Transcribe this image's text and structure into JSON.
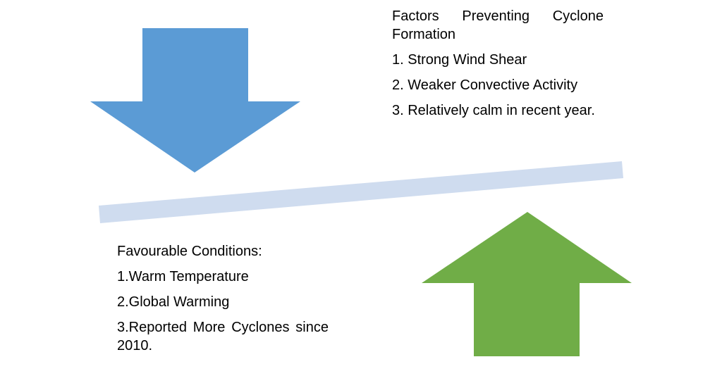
{
  "colors": {
    "down_arrow": "#5b9bd5",
    "up_arrow": "#70ad47",
    "beam": "#cfdcef",
    "text": "#000000",
    "background": "#ffffff"
  },
  "preventing": {
    "heading": "Factors Preventing Cyclone Formation",
    "items": [
      "1. Strong Wind Shear",
      "2. Weaker Convective Activity",
      "3. Relatively calm in recent year."
    ]
  },
  "favourable": {
    "heading": "Favourable Conditions:",
    "items": [
      "1.Warm Temperature",
      "2.Global Warming",
      "3.Reported More Cyclones since 2010."
    ]
  }
}
